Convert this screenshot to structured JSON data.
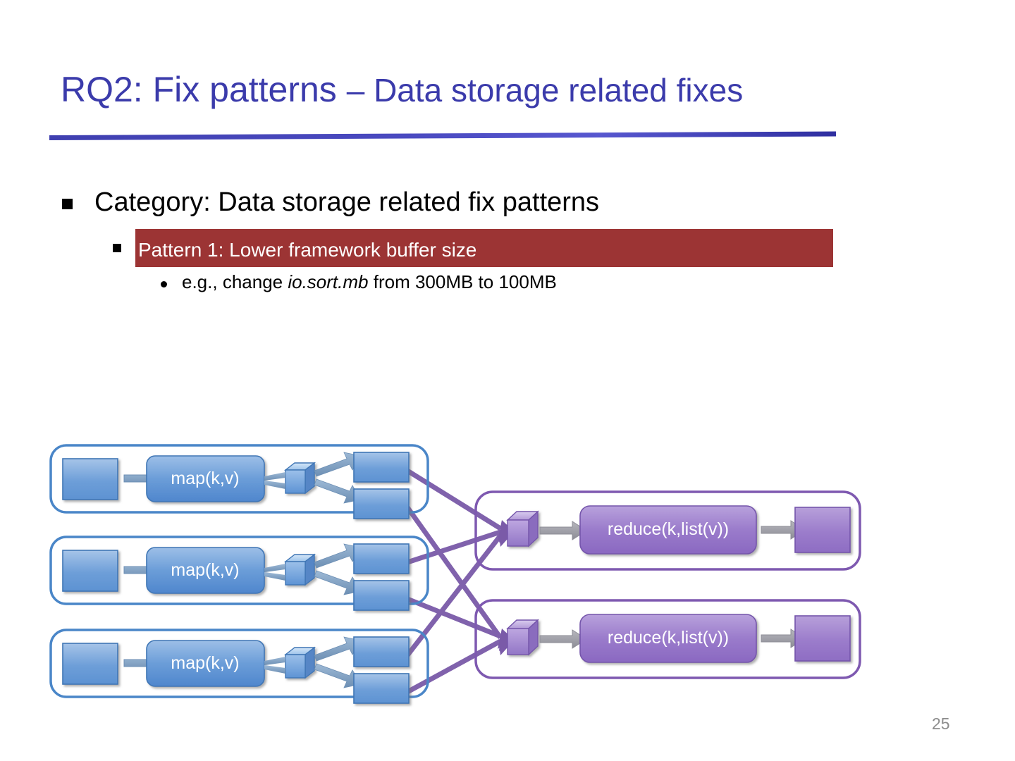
{
  "slide": {
    "title_main": "RQ2: Fix patterns ",
    "title_sub": "– Data storage related fixes",
    "page_number": "25",
    "colors": {
      "title_blue": "#3b3bab",
      "highlight_red": "#9c3434",
      "map_blue": "#4a86c8",
      "reduce_purple": "#7e59b0",
      "page_number_gray": "#8c8c8c"
    }
  },
  "bullets": {
    "level1": "Category: Data storage related fix patterns",
    "level2": "Pattern 1: Lower framework buffer size",
    "level3_pre": "e.g., change ",
    "level3_italic": "io.sort.mb",
    "level3_post": " from 300MB to 100MB"
  },
  "diagram": {
    "type": "mapreduce-dataflow",
    "map_label": "map(k,v)",
    "reduce_label": "reduce(k,list(v))",
    "map_groups": [
      {
        "index": 1,
        "input_blocks": 1,
        "map_label": "map(k,v)",
        "output_blocks": 2
      },
      {
        "index": 2,
        "input_blocks": 1,
        "map_label": "map(k,v)",
        "output_blocks": 2
      },
      {
        "index": 3,
        "input_blocks": 1,
        "map_label": "map(k,v)",
        "output_blocks": 2
      }
    ],
    "reduce_groups": [
      {
        "index": 1,
        "reduce_label": "reduce(k,list(v))",
        "output_blocks": 1
      },
      {
        "index": 2,
        "reduce_label": "reduce(k,list(v))",
        "output_blocks": 1
      }
    ],
    "shuffle_edges": 6
  }
}
